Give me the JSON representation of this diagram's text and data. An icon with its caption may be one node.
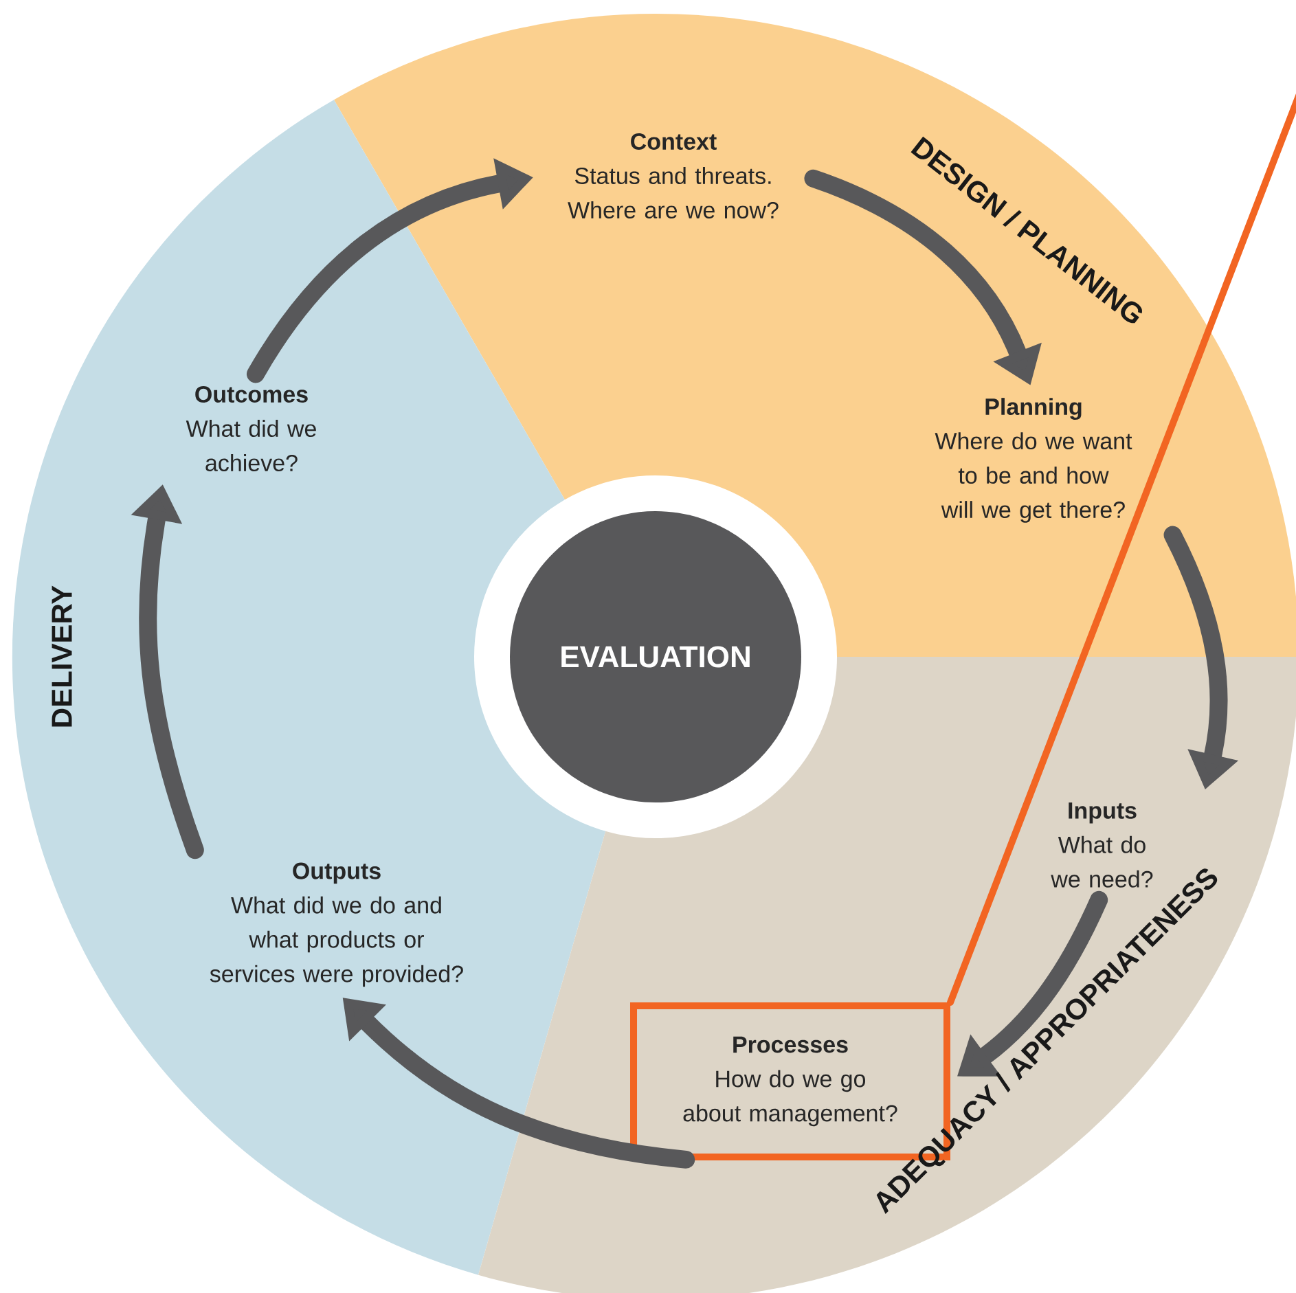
{
  "diagram": {
    "nodes": [
      {
        "text": [
          "EVALUATION"
        ]
      },
      {
        "text": [
          "Context",
          "Status and threats. Where are we now?"
        ]
      },
      {
        "text": [
          "Planning",
          "Where do we want to be and how will we get there?"
        ]
      },
      {
        "text": [
          "Inputs",
          "What do we need?"
        ]
      },
      {
        "text": [
          "Processes",
          "How do we go about management?"
        ]
      },
      {
        "text": [
          "Outputs",
          "What did we do and what products or services were provided?"
        ]
      },
      {
        "text": [
          "Outcomes",
          "What did we achieve?"
        ]
      }
    ],
    "edges": [
      {
        "from": 1,
        "to": 2,
        "arrow": "to"
      },
      {
        "from": 2,
        "to": 3,
        "arrow": "to"
      },
      {
        "from": 3,
        "to": 4,
        "arrow": "to"
      },
      {
        "from": 4,
        "to": 5,
        "arrow": "to"
      },
      {
        "from": 5,
        "to": 6,
        "arrow": "to"
      },
      {
        "from": 6,
        "to": 1,
        "arrow": "to"
      },
      {
        "from": 4,
        "to": null,
        "arrow": "none",
        "color": "#f26522"
      }
    ],
    "labels": [
      "DESIGN / PLANNING",
      "ADEQUACY / APPROPRIATENESS",
      "DELIVERY"
    ]
  }
}
